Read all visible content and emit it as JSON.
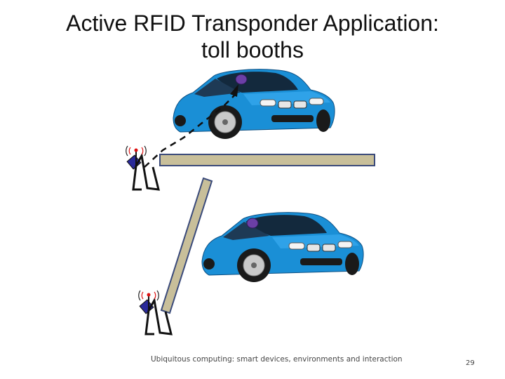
{
  "slide": {
    "title_line1": "Active RFID Transponder Application:",
    "title_line2": "toll booths",
    "footer": "Ubiquitous computing: smart devices, environments and interaction",
    "page_number": "29"
  },
  "diagram": {
    "car_color": "#1a8fd6",
    "tag_color": "#6b3fa6",
    "barrier_color": "#c8bf9a",
    "barrier_border": "#3a4a7a"
  }
}
